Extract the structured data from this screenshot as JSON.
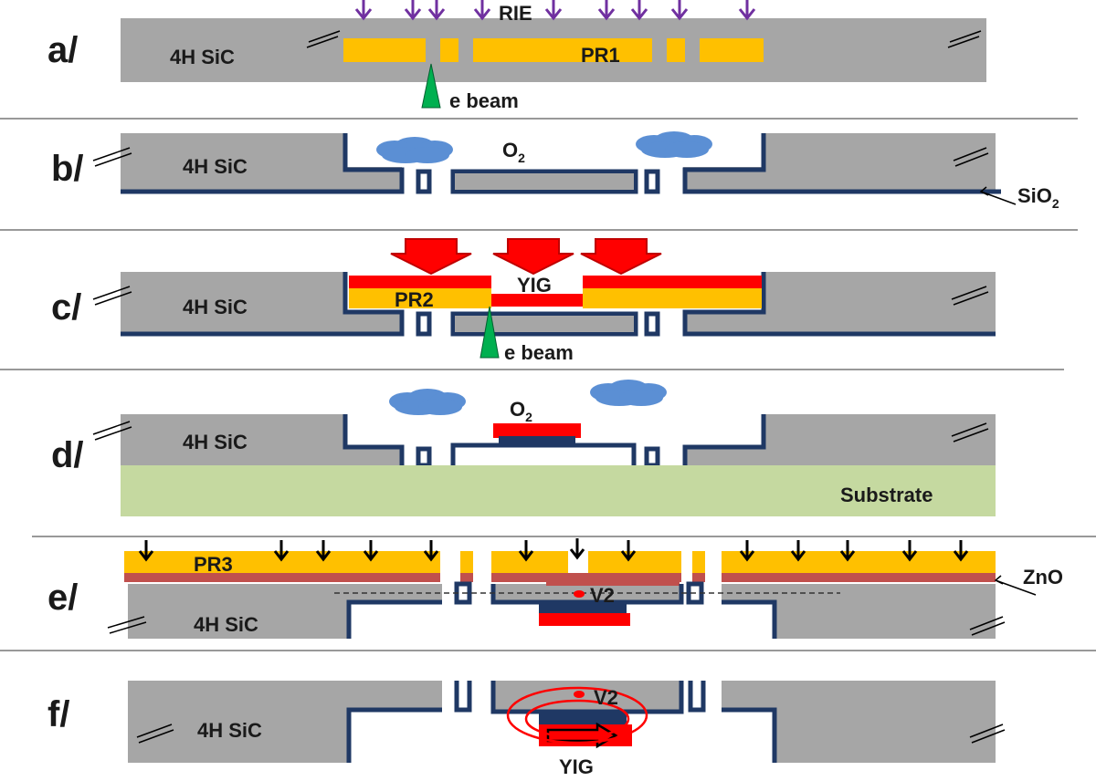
{
  "panels": {
    "a": {
      "label": "a/",
      "material": "4H SiC",
      "resist": "PR1",
      "process": "RIE",
      "beam": "e beam"
    },
    "b": {
      "label": "b/",
      "material": "4H SiC",
      "gas": "O",
      "gas_sub": "2",
      "oxide": "SiO",
      "oxide_sub": "2"
    },
    "c": {
      "label": "c/",
      "material": "4H SiC",
      "resist": "PR2",
      "film": "YIG",
      "beam": "e beam"
    },
    "d": {
      "label": "d/",
      "material": "4H SiC",
      "gas": "O",
      "gas_sub": "2",
      "substrate": "Substrate"
    },
    "e": {
      "label": "e/",
      "material": "4H SiC",
      "resist": "PR3",
      "layer": "ZnO",
      "defect": "V2"
    },
    "f": {
      "label": "f/",
      "material": "4H SiC",
      "defect": "V2",
      "film": "YIG"
    }
  },
  "colors": {
    "sic": "#a6a6a6",
    "resist": "#ffc000",
    "yig": "#ff0000",
    "oxide": "#1f3864",
    "substrate": "#c5d9a0",
    "zno": "#c0504d",
    "arrow_rie": "#7030a0",
    "beam": "#00b050",
    "cloud": "#5b8fd4"
  },
  "icons": [
    "rie-arrow-icon",
    "e-beam-icon",
    "o2-cloud-icon",
    "yig-deposition-arrow-icon",
    "etch-arrow-icon",
    "magnetization-arrow-icon",
    "field-line-icon",
    "break-mark-icon"
  ]
}
